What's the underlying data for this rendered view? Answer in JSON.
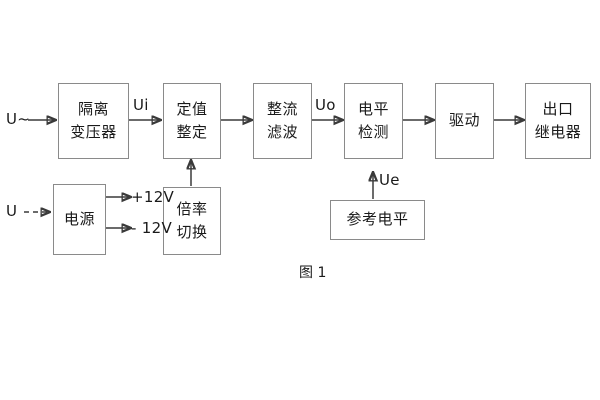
{
  "diagram": {
    "caption": "图 1",
    "blocks": [
      {
        "id": "isolation-transformer",
        "lines": [
          "隔离",
          "变压器"
        ]
      },
      {
        "id": "setting-value",
        "lines": [
          "定值",
          "整定"
        ]
      },
      {
        "id": "rectify-filter",
        "lines": [
          "整流",
          "滤波"
        ]
      },
      {
        "id": "level-detection",
        "lines": [
          "电平",
          "检测"
        ]
      },
      {
        "id": "drive",
        "lines": [
          "驱动"
        ]
      },
      {
        "id": "output-relay",
        "lines": [
          "出口",
          "继电器"
        ]
      },
      {
        "id": "power-supply",
        "lines": [
          "电源"
        ]
      },
      {
        "id": "multiplier-switch",
        "lines": [
          "倍率",
          "切换"
        ]
      },
      {
        "id": "reference-level",
        "lines": [
          "参考电平"
        ]
      }
    ],
    "signals": {
      "ac_input": "U~",
      "dc_input": "U",
      "ui": "Ui",
      "uo": "Uo",
      "ue": "Ue",
      "supply_positive": "+12V",
      "supply_negative": "- 12V"
    },
    "colors": {
      "box_border": "#8a8a8a",
      "wire": "#3a3a3a",
      "text": "#1a1a1a",
      "background": "#ffffff"
    }
  }
}
